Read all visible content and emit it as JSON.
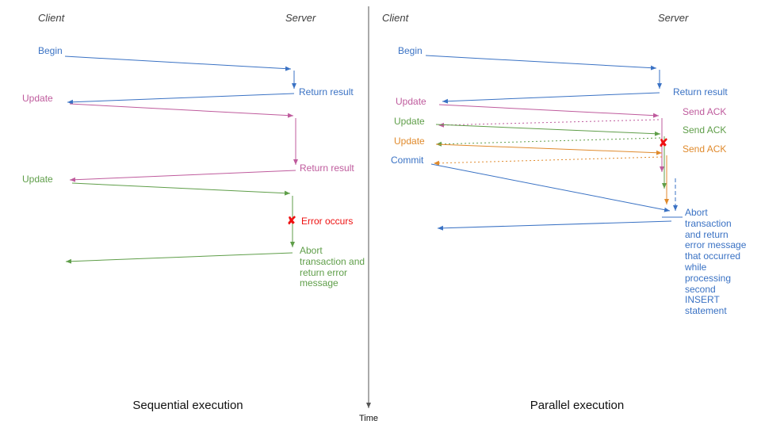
{
  "colors": {
    "blue": "#3a72c4",
    "pink": "#bf5b9d",
    "green": "#5f9e49",
    "orange": "#e08a2c",
    "red": "#ee1111",
    "axis": "#555555",
    "heading": "#3d3d3d",
    "title": "#111111"
  },
  "time_axis": {
    "label": "Time"
  },
  "left": {
    "title": "Sequential execution",
    "client_header": "Client",
    "server_header": "Server",
    "begin_label": "Begin",
    "return_result_1": "Return result",
    "update_1": "Update",
    "return_result_2": "Return result",
    "update_2": "Update",
    "error_mark": "✘",
    "error_label": "Error occurs",
    "abort_label": "Abort transaction and return error message"
  },
  "right": {
    "title": "Parallel execution",
    "client_header": "Client",
    "server_header": "Server",
    "begin_label": "Begin",
    "return_result": "Return result",
    "update_1": "Update",
    "send_ack_1": "Send ACK",
    "update_2": "Update",
    "send_ack_2": "Send ACK",
    "update_3": "Update",
    "send_ack_3": "Send ACK",
    "commit_label": "Commit",
    "error_mark": "✘",
    "abort_label": "Abort transaction and return error message that occurred while processing second INSERT statement"
  }
}
